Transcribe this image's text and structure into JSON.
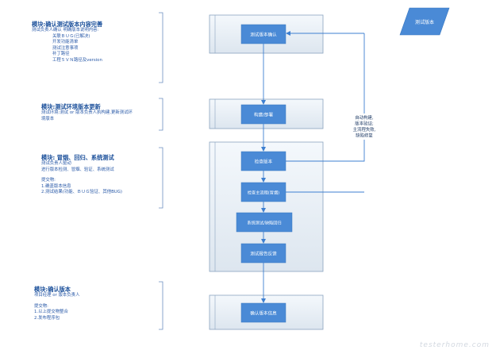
{
  "legend": {
    "label": "测试版本"
  },
  "stages": [
    {
      "id": "s1",
      "steps": [
        "测试版本确认"
      ]
    },
    {
      "id": "s2",
      "steps": [
        "构建/部署"
      ]
    },
    {
      "id": "s3",
      "steps": [
        "检查版本",
        "检查主流程(冒烟)",
        "系统测试/缺陷回归",
        "测试报告反馈"
      ]
    },
    {
      "id": "s4",
      "steps": [
        "确认版本信息"
      ]
    }
  ],
  "feedback_note": [
    "自动构建,",
    "版本验证;",
    "主流程失败,",
    "缺陷修复"
  ],
  "notes": [
    {
      "title": "模块:确认测试版本内容完善",
      "lines": [
        "测试负责人确认 明确版本说明内容:",
        "关联ＢＵＧ(已解决)",
        "开发功能清单",
        "测试注意事项",
        "补丁路径",
        "工程ＳＶＮ路径及version"
      ]
    },
    {
      "title": "模块:测试环境版本更新",
      "lines": [
        "测试环境:测试 or 版本负责人执构建,更新测试环",
        "境版本"
      ]
    },
    {
      "title": "模块: 冒烟、回归、系统测试",
      "lines": [
        "测试负责人驱动",
        "进行版本检测、冒烟、验证、系统测试",
        "",
        "提交物:",
        "1.确盖版本信息",
        "2.测试结果(功能、ＢＵＧ验证、其他BUG)"
      ]
    },
    {
      "title": "模块:确认版本",
      "lines": [
        "项目经理 or 版本负责人",
        "",
        "提交物:",
        "1.以上提交物整合",
        "2.发布程序包"
      ]
    }
  ],
  "watermark": "testerhome.com"
}
